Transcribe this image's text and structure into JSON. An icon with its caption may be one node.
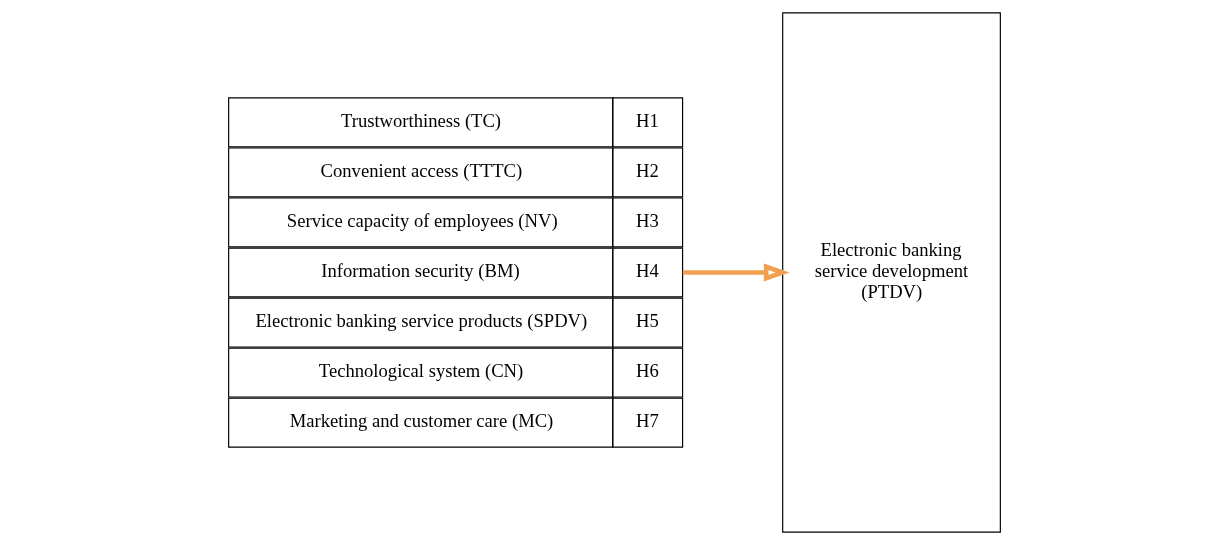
{
  "diagram": {
    "nodes": [
      {
        "text": [
          "Trustworthiness (TC)",
          "H1"
        ]
      },
      {
        "text": [
          "Convenient access (TTTC)",
          "H2"
        ]
      },
      {
        "text": [
          "Service capacity of employees (NV)",
          "H3"
        ]
      },
      {
        "text": [
          "Information security (BM)",
          "H4"
        ]
      },
      {
        "text": [
          "Electronic banking service products (SPDV)",
          "H5"
        ]
      },
      {
        "text": [
          "Technological system (CN)",
          "H6"
        ]
      },
      {
        "text": [
          "Marketing and customer care (MC)",
          "H7"
        ]
      },
      {
        "text": [
          "Electronic banking service development (PTDV)"
        ]
      }
    ],
    "edges": [
      {
        "from": 3,
        "to": 7,
        "arrow": "to",
        "color": "#f0a050"
      }
    ]
  }
}
